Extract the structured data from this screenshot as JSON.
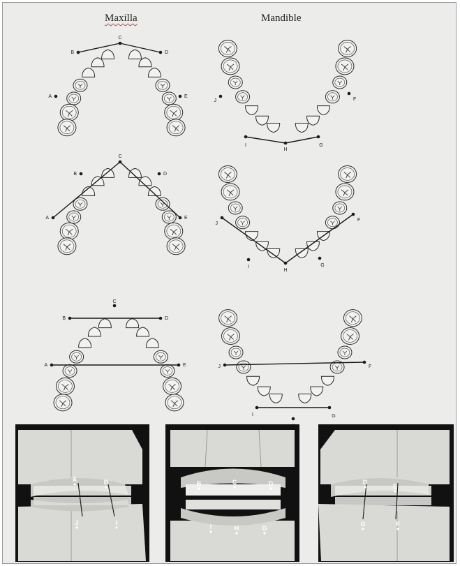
{
  "headers": {
    "maxilla": "Maxilla",
    "mandible": "Mandible"
  },
  "labels": {
    "A": "A",
    "B": "B",
    "C": "C",
    "D": "D",
    "E": "E",
    "F": "F",
    "G": "G",
    "H": "H",
    "I": "I",
    "J": "J"
  },
  "colors": {
    "background": "#ececeb",
    "line": "#1a1a1a",
    "photo_bg": "#111111",
    "cast": "#d9d9d6"
  }
}
